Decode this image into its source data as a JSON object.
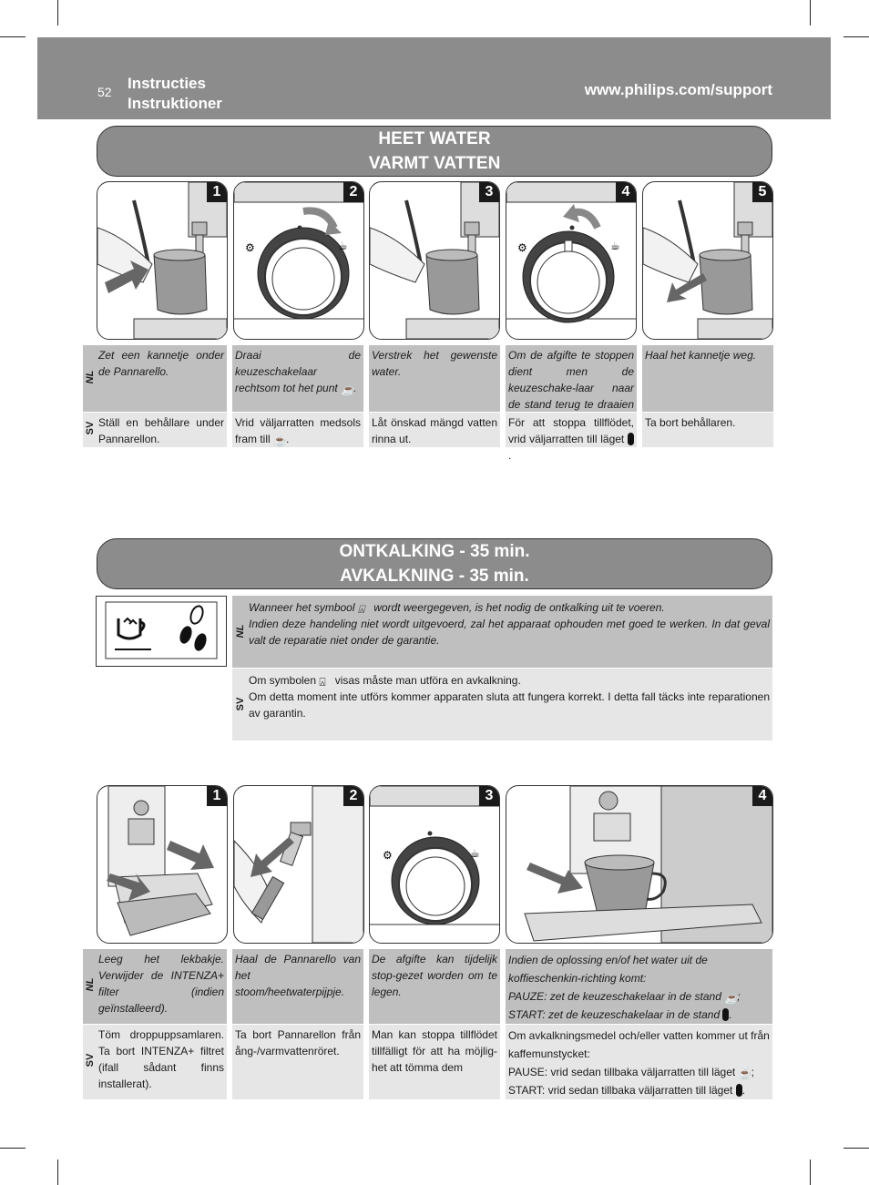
{
  "header": {
    "page_number": "52",
    "title_nl": "Instructies",
    "title_sv": "Instruktioner",
    "url": "www.philips.com/support"
  },
  "section1": {
    "title_nl": "HEET WATER",
    "title_sv": "VARMT VATTEN",
    "steps": [
      "1",
      "2",
      "3",
      "4",
      "5"
    ],
    "nl_label": "NL",
    "sv_label": "SV",
    "nl": [
      "Zet een kannetje onder de Pannarello.",
      "Draai de keuzeschakelaar rechtsom tot het punt",
      "Verstrek het gewenste water.",
      "Om de afgifte te stoppen dient men de keuzeschake-laar naar de stand terug te draaien",
      "Haal het kannetje weg."
    ],
    "sv": [
      "Ställ en behållare under Pannarellon.",
      "Vrid väljarratten medsols fram till",
      "Låt önskad mängd vatten rinna ut.",
      "För att stoppa tillflödet, vrid väljarratten till läget",
      "Ta bort behållaren."
    ]
  },
  "section2": {
    "title_nl": "ONTKALKING - 35 min.",
    "title_sv": "AVKALKNING - 35 min.",
    "nl_label": "NL",
    "sv_label": "SV",
    "nl_line1_a": "Wanneer het symbool",
    "nl_line1_b": "wordt weergegeven, is het nodig de ontkalking uit te voeren.",
    "nl_line2": "Indien deze handeling niet wordt uitgevoerd, zal het apparaat ophouden met goed te werken. In dat geval valt de reparatie niet onder de garantie.",
    "sv_line1_a": "Om symbolen",
    "sv_line1_b": "visas måste man utföra en avkalkning.",
    "sv_line2": "Om detta moment inte utförs kommer apparaten sluta att fungera korrekt. I detta fall täcks inte reparationen av garantin.",
    "steps": [
      "1",
      "2",
      "3",
      "4"
    ],
    "nl": [
      "Leeg het lekbakje. Verwijder de INTENZA+ filter (indien geïnstalleerd).",
      "Haal de Pannarello van het stoom/heetwaterpijpje.",
      "De afgifte kan tijdelijk stop-gezet worden om te legen."
    ],
    "nl4_line1": "Indien de oplossing en/of het water uit de koffieschenkin-richting komt:",
    "nl4_line2": "PAUZE: zet de keuzeschakelaar in de stand",
    "nl4_line3": "START: zet de keuzeschakelaar in de stand",
    "sv": [
      "Töm droppuppsamlaren. Ta bort INTENZA+ filtret (ifall sådant finns installerat).",
      "Ta bort Pannarellon från ång-/varmvattenröret.",
      "Man kan stoppa tillflödet tillfälligt för att ha möjlig-het att tömma dem"
    ],
    "sv4_line1": "Om avkalkningsmedel och/eller vatten kommer ut från kaffemunstycket:",
    "sv4_line2": "PAUSE: vrid sedan tillbaka väljarratten till läget",
    "sv4_line3": "START: vrid sedan tillbaka väljarratten till läget"
  }
}
